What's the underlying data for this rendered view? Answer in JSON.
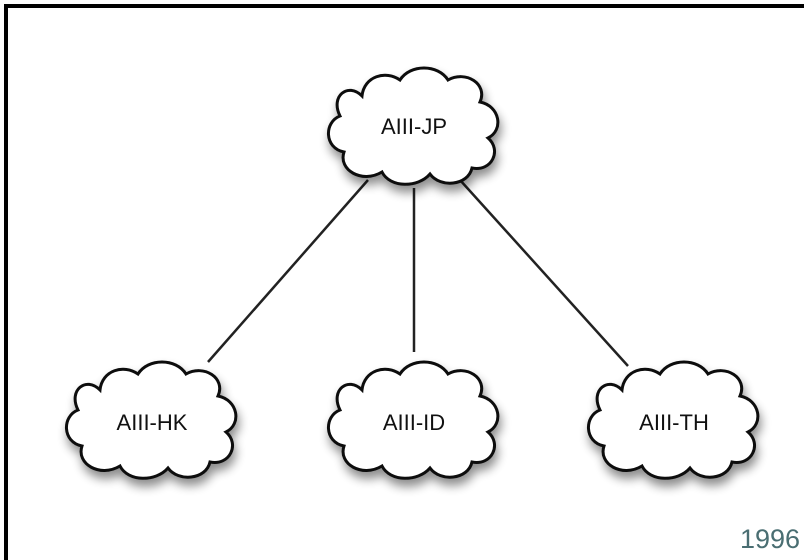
{
  "diagram": {
    "nodes": [
      {
        "id": "jp",
        "label": "AIII-JP"
      },
      {
        "id": "hk",
        "label": "AIII-HK"
      },
      {
        "id": "id",
        "label": "AIII-ID"
      },
      {
        "id": "th",
        "label": "AIII-TH"
      }
    ],
    "edges": [
      {
        "from": "jp",
        "to": "hk"
      },
      {
        "from": "jp",
        "to": "id"
      },
      {
        "from": "jp",
        "to": "th"
      }
    ],
    "year": "1996"
  },
  "colors": {
    "border": "#000000",
    "line": "#222222",
    "cloud_fill": "#ffffff",
    "cloud_stroke": "#111111",
    "year": "#4a6e72"
  }
}
